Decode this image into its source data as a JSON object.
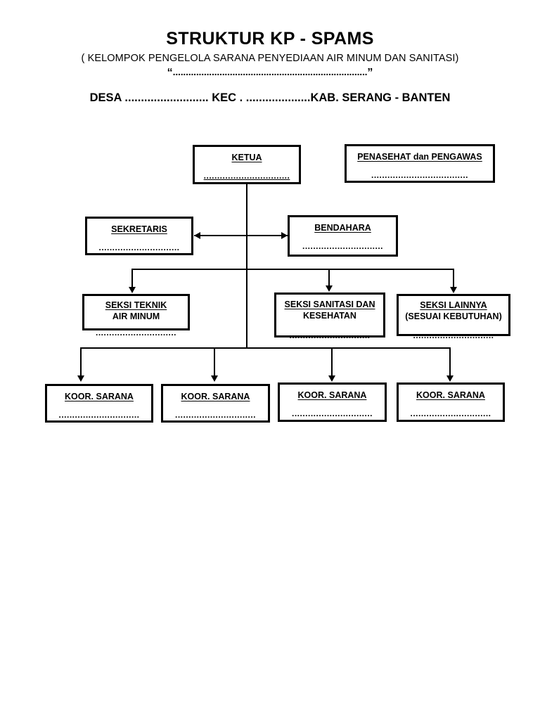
{
  "header": {
    "title": "STRUKTUR KP - SPAMS",
    "subtitle": "( KELOMPOK PENGELOLA SARANA PENYEDIAAN AIR MINUM DAN SANITASI)",
    "name_line_open_quote": "“",
    "name_line_dots": "...........................................................................",
    "name_line_close_quote": "”",
    "location_line": "DESA ..........................   KEC . ....................KAB. SERANG - BANTEN"
  },
  "chart_data": {
    "type": "diagram",
    "title": "STRUKTUR KP - SPAMS",
    "nodes": [
      {
        "id": "ketua",
        "title": "KETUA",
        "subtitle": "",
        "fill_line": "................................",
        "fill_ruled": true,
        "level": 1
      },
      {
        "id": "penasehat-pengawas",
        "title": "PENASEHAT dan PENGAWAS",
        "subtitle": "",
        "fill_line": "....................................",
        "fill_ruled": false,
        "level": 1
      },
      {
        "id": "sekretaris",
        "title": "SEKRETARIS",
        "subtitle": "",
        "fill_line": "..............................",
        "fill_ruled": false,
        "level": 2
      },
      {
        "id": "bendahara",
        "title": "BENDAHARA",
        "subtitle": "",
        "fill_line": "..............................",
        "fill_ruled": false,
        "level": 2
      },
      {
        "id": "seksi-teknik",
        "title": "SEKSI TEKNIK",
        "subtitle": "AIR MINUM",
        "fill_line": "..............................",
        "fill_ruled": false,
        "level": 3
      },
      {
        "id": "seksi-sanitasi",
        "title": "SEKSI SANITASI DAN",
        "subtitle": "KESEHATAN",
        "fill_line": "..............................",
        "fill_ruled": false,
        "level": 3
      },
      {
        "id": "seksi-lainnya",
        "title": "SEKSI LAINNYA",
        "subtitle": "(SESUAI KEBUTUHAN)",
        "fill_line": "..............................",
        "fill_ruled": false,
        "level": 3
      },
      {
        "id": "koor-sarana-1",
        "title": "KOOR. SARANA",
        "subtitle": "",
        "fill_line": "..............................",
        "fill_ruled": false,
        "level": 4
      },
      {
        "id": "koor-sarana-2",
        "title": "KOOR. SARANA",
        "subtitle": "",
        "fill_line": "..............................",
        "fill_ruled": false,
        "level": 4
      },
      {
        "id": "koor-sarana-3",
        "title": "KOOR. SARANA",
        "subtitle": "",
        "fill_line": "..............................",
        "fill_ruled": false,
        "level": 4
      },
      {
        "id": "koor-sarana-4",
        "title": "KOOR. SARANA",
        "subtitle": "",
        "fill_line": "..............................",
        "fill_ruled": false,
        "level": 4
      }
    ],
    "edges": [
      {
        "from": "ketua",
        "to": "sekretaris",
        "style": "bus"
      },
      {
        "from": "ketua",
        "to": "bendahara",
        "style": "bus"
      },
      {
        "from": "sekretaris",
        "to": "bendahara",
        "style": "double-arrow"
      },
      {
        "from": "ketua",
        "to": "seksi-teknik",
        "style": "bus-arrow"
      },
      {
        "from": "ketua",
        "to": "seksi-sanitasi",
        "style": "bus-arrow"
      },
      {
        "from": "ketua",
        "to": "seksi-lainnya",
        "style": "bus-arrow"
      },
      {
        "from": "ketua",
        "to": "koor-sarana-1",
        "style": "bus-arrow"
      },
      {
        "from": "ketua",
        "to": "koor-sarana-2",
        "style": "bus-arrow"
      },
      {
        "from": "ketua",
        "to": "koor-sarana-3",
        "style": "bus-arrow"
      },
      {
        "from": "ketua",
        "to": "koor-sarana-4",
        "style": "bus-arrow"
      }
    ],
    "colors": {
      "line": "#000000",
      "box_border": "#000000",
      "box_fill": "#ffffff",
      "text": "#000000"
    }
  }
}
